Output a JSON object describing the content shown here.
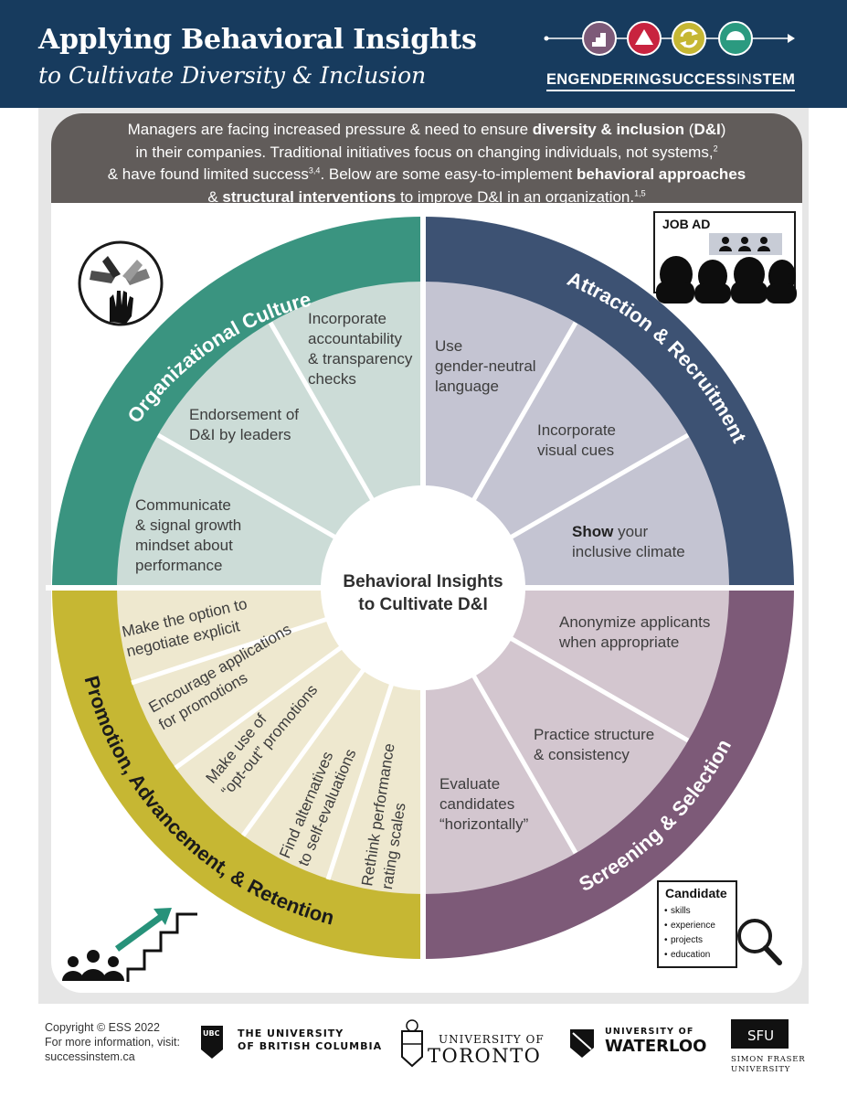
{
  "header": {
    "title_line1": "Applying Behavioral Insights",
    "title_line2": "to Cultivate Diversity & Inclusion",
    "brand_bold1": "ENGENDERING",
    "brand_bold2": "SUCCESS",
    "brand_thin": "IN",
    "brand_bold3": "STEM"
  },
  "intro": {
    "t1": "Managers are facing increased pressure & need to ensure ",
    "b1": "diversity & inclusion",
    "t2": " (",
    "b2": "D&I",
    "t3": ")",
    "t4": "in their companies. Traditional initiatives focus on changing individuals, not systems,",
    "s1": "2",
    "t5": "& have found limited success",
    "s2": "3,4",
    "t6": ". Below are some easy-to-implement ",
    "b3": "behavioral approaches",
    "t7": "& ",
    "b4": "structural interventions",
    "t8": " to improve D&I in an organization.",
    "s3": "1,5"
  },
  "wheel": {
    "center_line1": "Behavioral Insights",
    "center_line2": "to Cultivate D&I",
    "quadrants": {
      "culture": "Organizational Culture",
      "attraction": "Attraction & Recruitment",
      "screening": "Screening & Selection",
      "promotion": "Promotion, Advancement, & Retention"
    },
    "culture_items": {
      "i1": [
        "Incorporate",
        "accountability",
        "& transparency",
        "checks"
      ],
      "i2": [
        "Endorsement of",
        "D&I by leaders"
      ],
      "i3": [
        "Communicate",
        "& signal growth",
        "mindset about",
        "performance"
      ]
    },
    "attraction_items": {
      "i1": [
        "Use",
        "gender-neutral",
        "language"
      ],
      "i2": [
        "Incorporate",
        "visual cues"
      ],
      "i3_bold": "Show",
      "i3_rest": " your",
      "i3_line2": "inclusive climate"
    },
    "screening_items": {
      "i1": [
        "Anonymize applicants",
        "when appropriate"
      ],
      "i2": [
        "Practice structure",
        "& consistency"
      ],
      "i3": [
        "Evaluate",
        "candidates",
        "“horizontally”"
      ]
    },
    "promotion_items": {
      "i1": [
        "Make the option to",
        "negotiate explicit"
      ],
      "i2": [
        "Encourage applications",
        "for promotions"
      ],
      "i3": [
        "Make use of",
        "“opt-out” promotions"
      ],
      "i4": [
        "Find alternatives",
        "to self-evaluations"
      ],
      "i5": [
        "Rethink performance",
        "rating scales"
      ]
    }
  },
  "job_ad": {
    "label": "JOB AD"
  },
  "candidate_card": {
    "title": "Candidate",
    "items": [
      "skills",
      "experience",
      "projects",
      "education"
    ]
  },
  "footer": {
    "line1": "Copyright © ESS 2022",
    "line2": "For more information, visit:",
    "line3": "successinstem.ca"
  },
  "logos": {
    "ubc_badge": "UBC",
    "ubc_line1": "THE UNIVERSITY",
    "ubc_line2": "OF BRITISH COLUMBIA",
    "uoft_line1": "UNIVERSITY OF",
    "uoft_line2": "TORONTO",
    "waterloo_line1": "UNIVERSITY OF",
    "waterloo_line2": "WATERLOO",
    "sfu_badge": "SFU",
    "sfu_line1": "SIMON FRASER",
    "sfu_line2": "UNIVERSITY"
  },
  "colors": {
    "header_bg": "#173b5e",
    "intro_bg": "#615c5a",
    "culture_ring": "#3a9480",
    "culture_fill": "#ccdcd7",
    "attraction_ring": "#3d5273",
    "attraction_fill": "#c4c4d2",
    "screening_ring": "#7d5a78",
    "screening_fill": "#d3c6cf",
    "promotion_ring": "#c6b733",
    "promotion_fill": "#eee8cf",
    "accent_green": "#27927a"
  },
  "icons": {
    "header_chain": [
      "stairs-icon",
      "triangle-icon",
      "cycle-icon",
      "dome-icon"
    ],
    "culture_corner": "hands-together-icon",
    "attraction_corner": "job-ad-crowd-icon",
    "screening_corner": "magnifier-icon",
    "promotion_corner": "people-stairs-arrow-icon"
  }
}
